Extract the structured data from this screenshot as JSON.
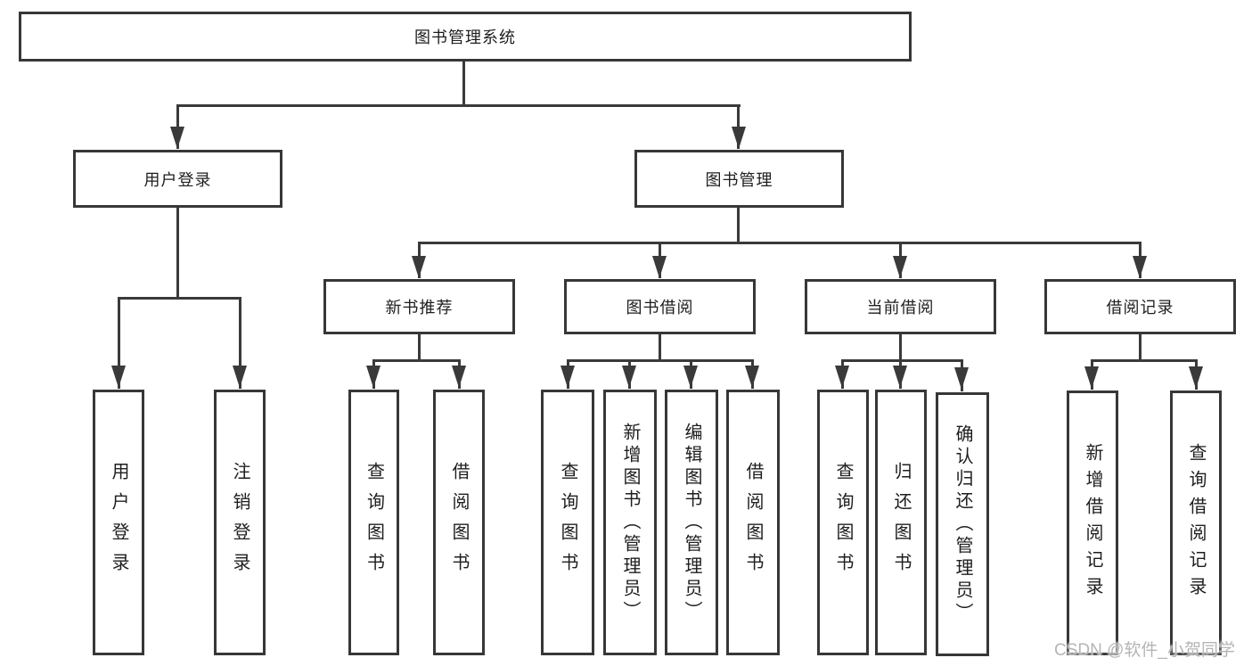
{
  "colors": {
    "line": "#3a3a3a",
    "border": "#373737",
    "text": "#1e1e1e",
    "background": "#ffffff",
    "watermark_text_color": "#b5b5b5"
  },
  "watermark": {
    "text": "CSDN @软件_小贺同学"
  },
  "tree": {
    "root": "图书管理系统",
    "login": {
      "label": "用户登录",
      "leaves": [
        "用户登录",
        "注销登录"
      ]
    },
    "management": {
      "label": "图书管理",
      "sections": [
        {
          "label": "新书推荐",
          "leaves": [
            "查询图书",
            "借阅图书"
          ]
        },
        {
          "label": "图书借阅",
          "leaves": [
            "查询图书",
            "新增图书（管理员）",
            "编辑图书（管理员）",
            "借阅图书"
          ]
        },
        {
          "label": "当前借阅",
          "leaves": [
            "查询图书",
            "归还图书",
            "确认归还（管理员）"
          ]
        },
        {
          "label": "借阅记录",
          "leaves": [
            "新增借阅记录",
            "查询借阅记录"
          ]
        }
      ]
    }
  }
}
